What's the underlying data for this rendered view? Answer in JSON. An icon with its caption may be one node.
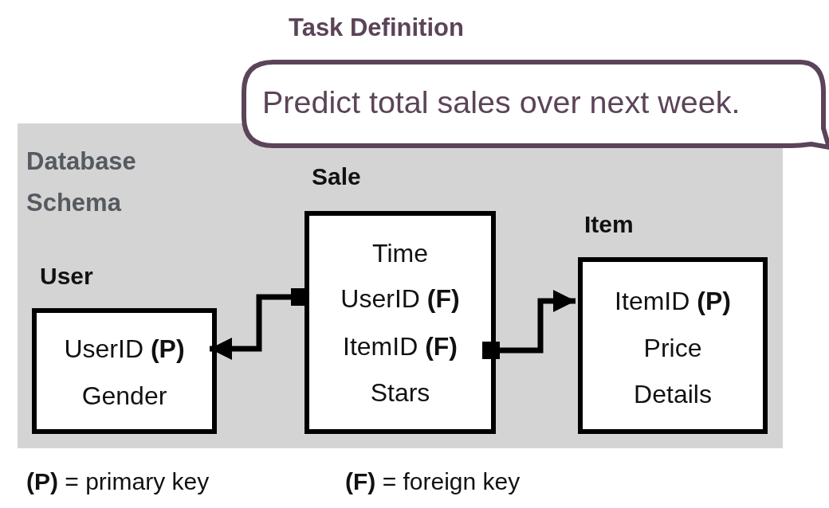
{
  "diagram": {
    "nodes": [
      {
        "text": [
          "Task Definition",
          "Predict total sales over next week."
        ]
      },
      {
        "text": [
          "Database Schema"
        ]
      },
      {
        "text": [
          "User",
          "UserID **(P)**",
          "Gender"
        ],
        "in": 1
      },
      {
        "text": [
          "Sale",
          "Time",
          "UserID **(F)**",
          "ItemID **(F)**",
          "Stars"
        ],
        "in": 1
      },
      {
        "text": [
          "Item",
          "ItemID **(P)**",
          "Price",
          "Details"
        ],
        "in": 1
      }
    ],
    "edges": [
      {
        "from": 3,
        "to": 2,
        "arrow": "to"
      },
      {
        "from": 3,
        "to": 4,
        "arrow": "to"
      }
    ],
    "labels": [
      "**(P)** = primary key",
      "**(F)** = foreign key"
    ]
  }
}
